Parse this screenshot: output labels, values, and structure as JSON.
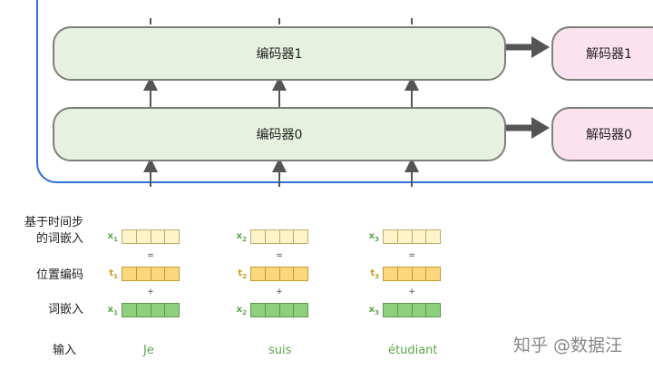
{
  "encoders": [
    {
      "label": "编码器1"
    },
    {
      "label": "编码器0"
    }
  ],
  "decoders": [
    {
      "label": "解码器1"
    },
    {
      "label": "解码器0"
    }
  ],
  "row_labels": {
    "time_signal": "基于时间步\n的词嵌入",
    "positional": "位置编码",
    "embedding": "词嵌入",
    "input": "输入"
  },
  "columns": [
    {
      "word": "Je",
      "x_label": "x",
      "t_label": "t",
      "index": "1"
    },
    {
      "word": "suis",
      "x_label": "x",
      "t_label": "t",
      "index": "2"
    },
    {
      "word": "étudiant",
      "x_label": "x",
      "t_label": "t",
      "index": "3"
    }
  ],
  "operators": {
    "equals": "=",
    "plus": "+"
  },
  "watermark": "知乎 @数据汪",
  "colors": {
    "frame": "#2f6fd6",
    "encoder_fill": "#e6f2df",
    "decoder_fill": "#fbe2ee",
    "pos_embed_fill": "#fff4c9",
    "pos_enc_fill": "#fdd77e",
    "embed_fill": "#8ecf7e",
    "x_label": "#5aa64a",
    "t_label": "#c79a16"
  }
}
